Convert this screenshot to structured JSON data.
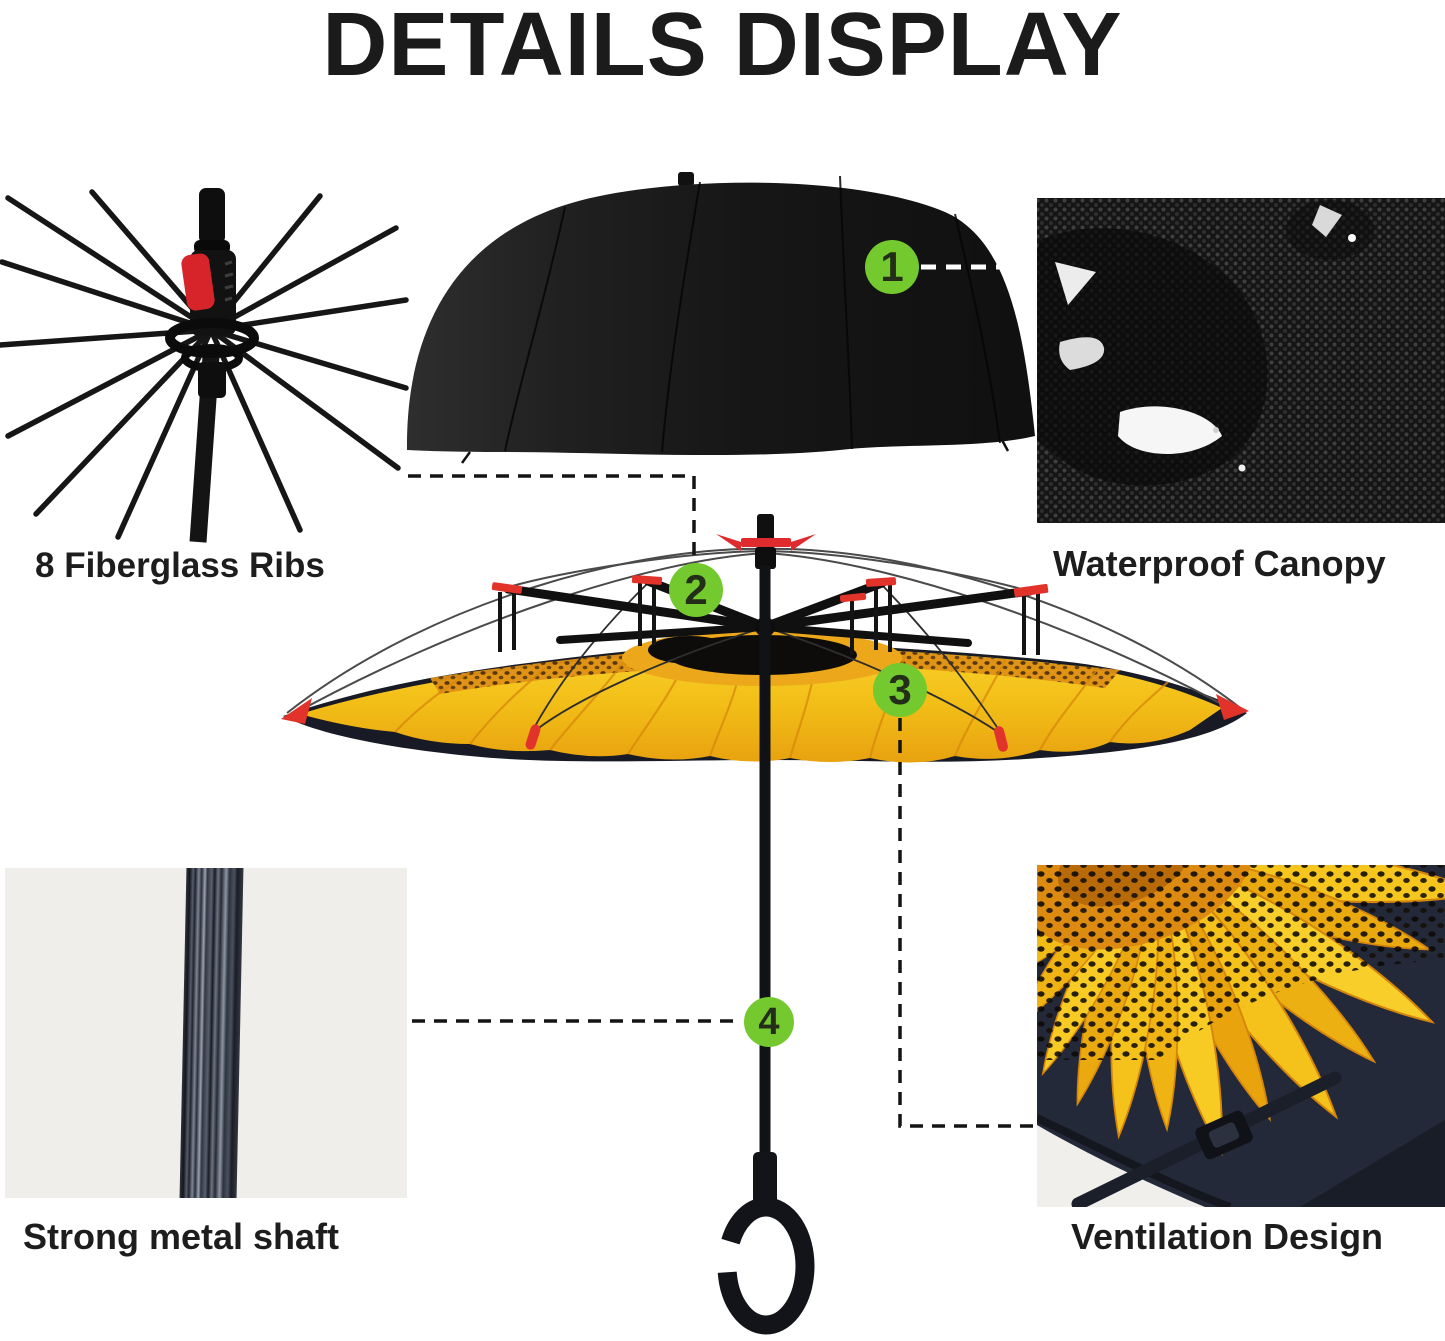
{
  "title": "DETAILS DISPLAY",
  "features": [
    {
      "id": "fiberglass-ribs",
      "callout": "2",
      "label": "8 Fiberglass Ribs"
    },
    {
      "id": "waterproof-canopy",
      "callout": "1",
      "label": "Waterproof Canopy"
    },
    {
      "id": "strong-metal-shaft",
      "callout": "4",
      "label": "Strong metal shaft"
    },
    {
      "id": "ventilation-design",
      "callout": "3",
      "label": "Ventilation Design"
    }
  ],
  "colors": {
    "accent_green": "#74C92F",
    "accent_red": "#E2332B",
    "text": "#1D1D1D",
    "sunflower_yellow": "#F2C31B",
    "sunflower_orange": "#E09412",
    "canopy_navy": "#181B26"
  }
}
